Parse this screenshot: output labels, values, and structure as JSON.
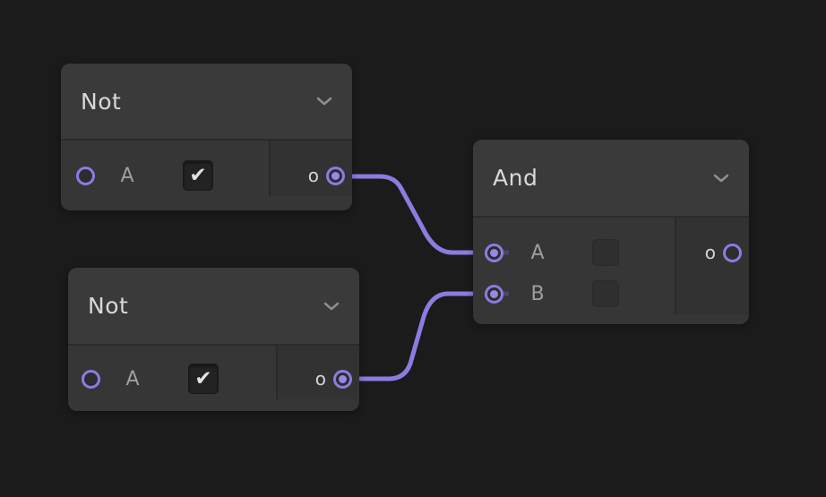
{
  "canvas": {
    "background": "#1b1b1b",
    "accent_purple": "#8b7ce2",
    "wire_color": "#8b7ce2",
    "wire_occluded_color": "#4e4470"
  },
  "glyphs": {
    "check": "✔"
  },
  "icons": {
    "header_collapse": "chevron-down-icon",
    "input_port": "circle-port",
    "output_port": "circle-port"
  },
  "nodes": [
    {
      "title": "Not",
      "inputs": [
        {
          "label": "A",
          "checked": true,
          "connected": false
        }
      ],
      "outputs": [
        {
          "label": "o",
          "connected": true
        }
      ]
    },
    {
      "title": "Not",
      "inputs": [
        {
          "label": "A",
          "checked": true,
          "connected": false
        }
      ],
      "outputs": [
        {
          "label": "o",
          "connected": true
        }
      ]
    },
    {
      "title": "And",
      "inputs": [
        {
          "label": "A",
          "checked": false,
          "connected": true
        },
        {
          "label": "B",
          "checked": false,
          "connected": true
        }
      ],
      "outputs": [
        {
          "label": "o",
          "connected": false
        }
      ]
    }
  ],
  "wires": [
    {
      "from": "Not.1 output o",
      "to": "And input A"
    },
    {
      "from": "Not.2 output o",
      "to": "And input B"
    }
  ]
}
